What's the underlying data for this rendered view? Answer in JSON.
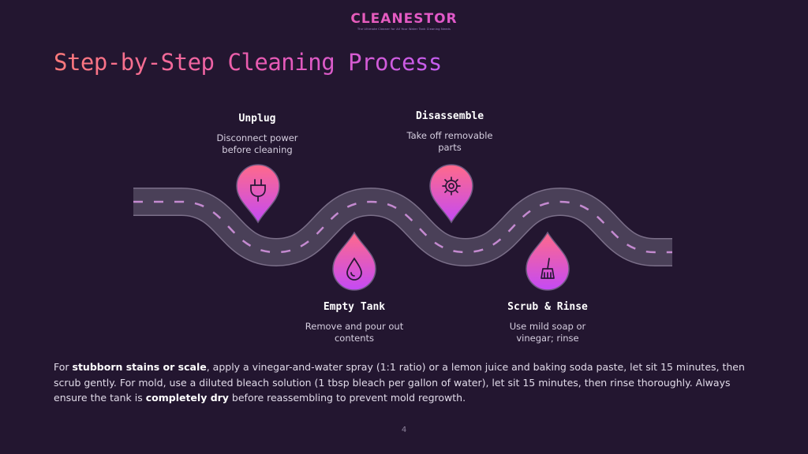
{
  "brand": {
    "name": "CLEANESTOR",
    "tagline": "The Ultimate Cleaner for All Your Water Tank Cleaning Needs"
  },
  "slide": {
    "title": "Step-by-Step Cleaning Process",
    "page_number": "4"
  },
  "colors": {
    "background": "#231630",
    "road": "#4a4058",
    "road_edge": "#7a6e88",
    "lane_marking": "#c48ad0",
    "accent_start": "#ff6a86",
    "accent_end": "#c94bff"
  },
  "steps": [
    {
      "title": "Unplug",
      "desc_line1": "Disconnect power",
      "desc_line2": "before cleaning",
      "icon": "plug-icon"
    },
    {
      "title": "Empty Tank",
      "desc_line1": "Remove and pour out",
      "desc_line2": "contents",
      "icon": "droplet-icon"
    },
    {
      "title": "Disassemble",
      "desc_line1": "Take off removable",
      "desc_line2": "parts",
      "icon": "gear-icon"
    },
    {
      "title": "Scrub & Rinse",
      "desc_line1": "Use mild soap or",
      "desc_line2": "vinegar; rinse",
      "icon": "broom-icon"
    }
  ],
  "body": {
    "p1": "For ",
    "b1": "stubborn stains or scale",
    "p2": ", apply a vinegar-and-water spray (1:1 ratio) or a lemon juice and baking soda paste, let sit 15 minutes, then scrub gently. For mold, use a diluted bleach solution (1 tbsp bleach per gallon of water), let sit 15 minutes, then rinse thoroughly. Always ensure the tank is ",
    "b2": "completely dry",
    "p3": " before reassembling to prevent mold regrowth."
  }
}
